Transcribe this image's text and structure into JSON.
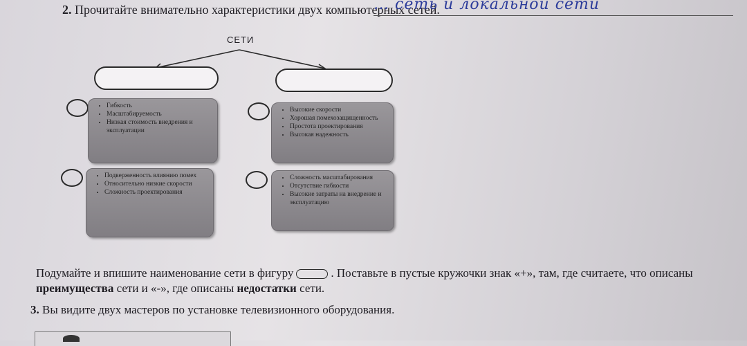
{
  "task2": {
    "number": "2.",
    "text": "Прочитайте внимательно характеристики двух компьютерных сетей."
  },
  "handwriting": "… сеть и локальной сети",
  "diagram": {
    "root_label": "СЕТИ",
    "cards": [
      {
        "items": [
          "Гибкость",
          "Масштабируемость",
          "Низкая стоимость внедрения и эксплуатации"
        ]
      },
      {
        "items": [
          "Высокие скорости",
          "Хорошая помехозащищенность",
          "Простота проектирования",
          "Высокая надежность"
        ]
      },
      {
        "items": [
          "Подверженность влиянию помех",
          "Относительно низкие скорости",
          "Сложность проектирования"
        ]
      },
      {
        "items": [
          "Сложность масштабирования",
          "Отсутствие гибкости",
          "Высокие затраты на внедрение и эксплуатацию"
        ]
      }
    ]
  },
  "instruction": {
    "part1": "Подумайте и впишите наименование сети в фигуру",
    "part2": ". Поставьте в пустые кружочки знак «+», там, где считаете, что описаны",
    "bold1": "преимущества",
    "part3": "сети и «-», где описаны",
    "bold2": "недостатки",
    "part4": "сети."
  },
  "task3": {
    "number": "3.",
    "text": "Вы видите двух мастеров по установке телевизионного оборудования."
  },
  "colors": {
    "card_fill": "#8e8b90",
    "handwriting_ink": "#2b3b9a"
  }
}
